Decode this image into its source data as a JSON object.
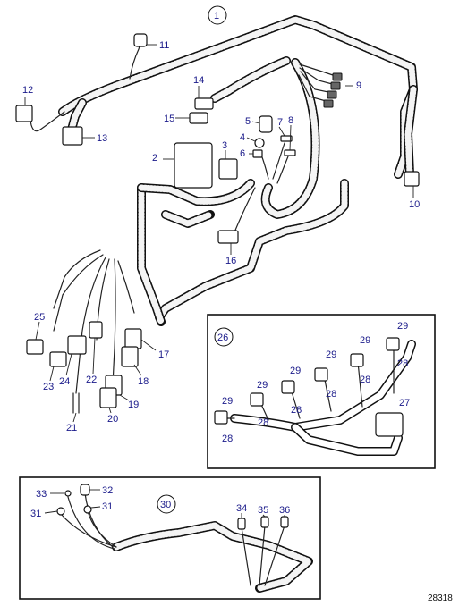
{
  "diagram": {
    "reference_number": "28318",
    "callouts": {
      "c1": "1",
      "c2": "2",
      "c3": "3",
      "c4": "4",
      "c5": "5",
      "c6": "6",
      "c7": "7",
      "c8": "8",
      "c9": "9",
      "c10": "10",
      "c11": "11",
      "c12": "12",
      "c13": "13",
      "c14": "14",
      "c15": "15",
      "c16": "16",
      "c17": "17",
      "c18": "18",
      "c19": "19",
      "c20": "20",
      "c21": "21",
      "c22": "22",
      "c23": "23",
      "c24": "24",
      "c25": "25",
      "c26": "26",
      "c27": "27",
      "c28a": "28",
      "c28b": "28",
      "c28c": "28",
      "c28d": "28",
      "c28e": "28",
      "c28f": "28",
      "c29a": "29",
      "c29b": "29",
      "c29c": "29",
      "c29d": "29",
      "c29e": "29",
      "c29f": "29",
      "c30": "30",
      "c31a": "31",
      "c31b": "31",
      "c32": "32",
      "c33": "33",
      "c34": "34",
      "c35": "35",
      "c36": "36"
    }
  }
}
